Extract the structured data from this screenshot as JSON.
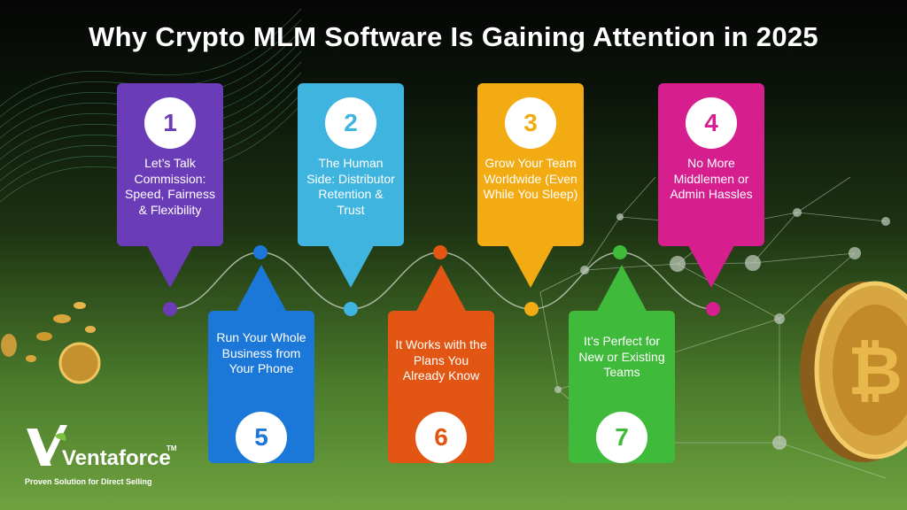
{
  "title": "Why Crypto MLM Software Is Gaining Attention in 2025",
  "cards": [
    {
      "number": "1",
      "text": "Let’s Talk Commission: Speed, Fairness & Flexibility",
      "color": "#6a3cb8"
    },
    {
      "number": "2",
      "text": "The Human Side: Distributor Retention & Trust",
      "color": "#3fb4de"
    },
    {
      "number": "3",
      "text": "Grow Your Team Worldwide (Even While You Sleep)",
      "color": "#f2ab12"
    },
    {
      "number": "4",
      "text": "No More Middlemen or Admin Hassles",
      "color": "#d61e8f"
    },
    {
      "number": "5",
      "text": "Run Your Whole Business from Your Phone",
      "color": "#1c78d8"
    },
    {
      "number": "6",
      "text": "It Works with the Plans You Already Know",
      "color": "#e35512"
    },
    {
      "number": "7",
      "text": "It’s Perfect for New or Existing Teams",
      "color": "#3fba3a"
    }
  ],
  "brand": {
    "name": "Ventaforce",
    "trademark": "TM",
    "tagline": "Proven Solution for Direct Selling"
  }
}
